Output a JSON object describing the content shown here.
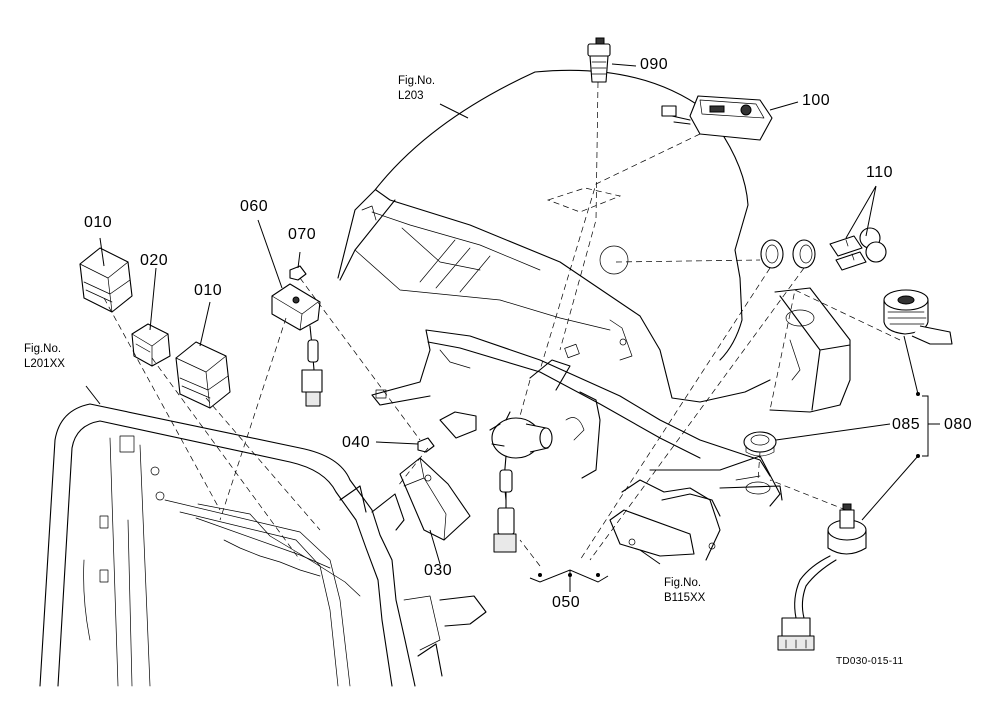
{
  "figure_refs": {
    "l203": {
      "line1": "Fig.No.",
      "line2": "L203"
    },
    "l201xx": {
      "line1": "Fig.No.",
      "line2": "L201XX"
    },
    "b115xx": {
      "line1": "Fig.No.",
      "line2": "B115XX"
    }
  },
  "part_labels": {
    "p010_a": "010",
    "p010_b": "010",
    "p020": "020",
    "p030": "030",
    "p040": "040",
    "p050": "050",
    "p060": "060",
    "p070": "070",
    "p080": "080",
    "p085": "085",
    "p090": "090",
    "p100": "100",
    "p110": "110"
  },
  "drawing_code": "TD030-015-11",
  "line_color": "#000000",
  "background_color": "#ffffff"
}
